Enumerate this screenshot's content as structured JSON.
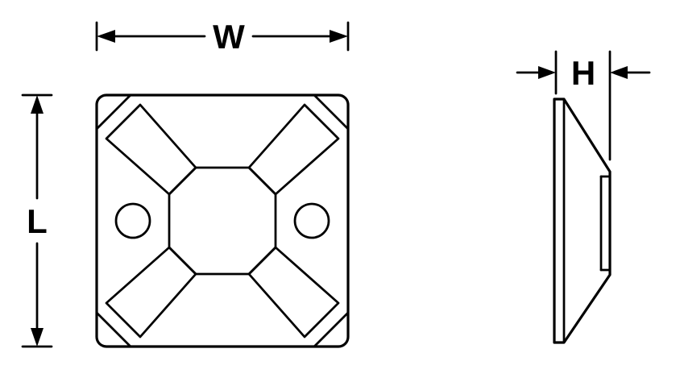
{
  "colors": {
    "background": "#ffffff",
    "line": "#000000"
  },
  "diagram": {
    "type": "technical-drawing",
    "front_view": {
      "width_label": "W",
      "length_label": "L"
    },
    "side_view": {
      "height_label": "H"
    }
  }
}
